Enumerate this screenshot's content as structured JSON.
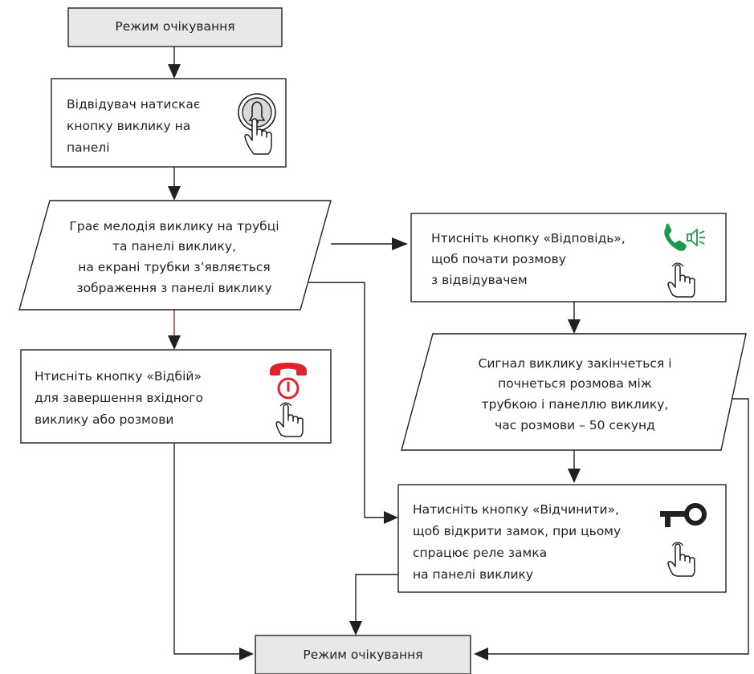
{
  "nodes": {
    "standby_top": "Режим очікування",
    "visitor_press": [
      "Відвідувач натискає",
      "кнопку виклику на",
      "панелі"
    ],
    "melody": [
      "Грає мелодія виклику на трубці",
      "та панелі виклику,",
      "на екрані трубки з’являється",
      "зображення з панелі виклику"
    ],
    "answer": [
      "Нтисніть кнопку «Відповідь»,",
      "щоб почати розмову",
      "з відвідувачем"
    ],
    "reject": [
      "Нтисніть кнопку «Відбій»",
      "для завершення вхідного",
      "виклику або розмови"
    ],
    "talk": [
      "Сигнал виклику закінчеться і",
      "почнеться розмова між",
      "трубкою і панеллю виклику,",
      "час розмови – 50 секунд"
    ],
    "unlock": [
      "Натисніть кнопку «Відчинити»,",
      "щоб відкрити замок, при цьому",
      "спрацює реле замка",
      "на панелі виклику"
    ],
    "standby_bottom": "Режим очікування"
  },
  "icons": {
    "bell_button": "doorbell-press-icon",
    "answer_handset": "green-handset-speaker-icon",
    "reject_handset": "red-handset-power-icon",
    "key": "key-icon",
    "finger": "finger-press-icon"
  },
  "colors": {
    "answer": "#1a9a4a",
    "reject": "#e0242b",
    "reject_arrow": "#b0252b",
    "standby_fill": "#e8e8e9",
    "line": "#231f20"
  }
}
